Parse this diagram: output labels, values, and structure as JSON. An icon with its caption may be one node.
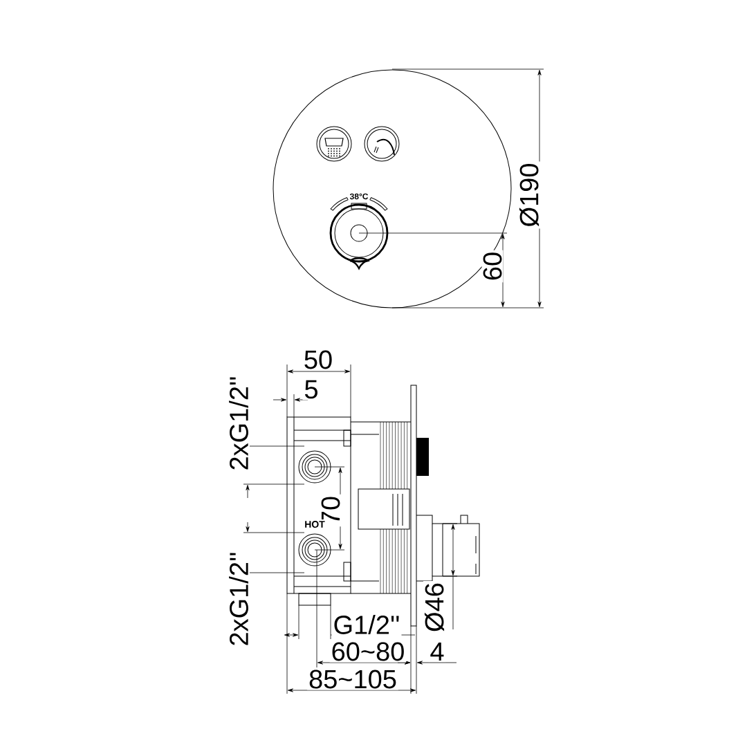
{
  "diagram": {
    "labels": [
      "Ø190",
      "38°C",
      "60",
      "50",
      "5",
      "2xG1/2''",
      "70",
      "HOT",
      "2xG1/2''",
      "Ø46",
      "G1/2''",
      "60~80",
      "4",
      "85~105"
    ]
  }
}
